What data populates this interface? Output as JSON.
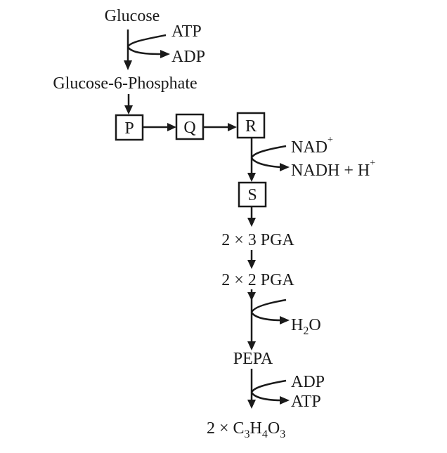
{
  "title": "Glycolysis pathway",
  "nodes": {
    "glucose": "Glucose",
    "glucose6p": "Glucose-6-Phosphate",
    "p": "P",
    "q": "Q",
    "r": "R",
    "s": "S",
    "pga3": "2 × 3 PGA",
    "pga2": "2 × 2 PGA",
    "pepa": "PEPA",
    "pyruvate_prefix": "2 × C",
    "pyruvate_c_sub": "3",
    "pyruvate_h": "H",
    "pyruvate_h_sub": "4",
    "pyruvate_o": "O",
    "pyruvate_o_sub": "3"
  },
  "side_reactions": {
    "step1_in": "ATP",
    "step1_out": "ADP",
    "step_r_in": "NAD",
    "step_r_in_sup": "+",
    "step_r_out": "NADH + H",
    "step_r_out_sup": "+",
    "step_pga_out_h": "H",
    "step_pga_out_sub": "2",
    "step_pga_out_o": "O",
    "step_pepa_in": "ADP",
    "step_pepa_out": "ATP"
  }
}
